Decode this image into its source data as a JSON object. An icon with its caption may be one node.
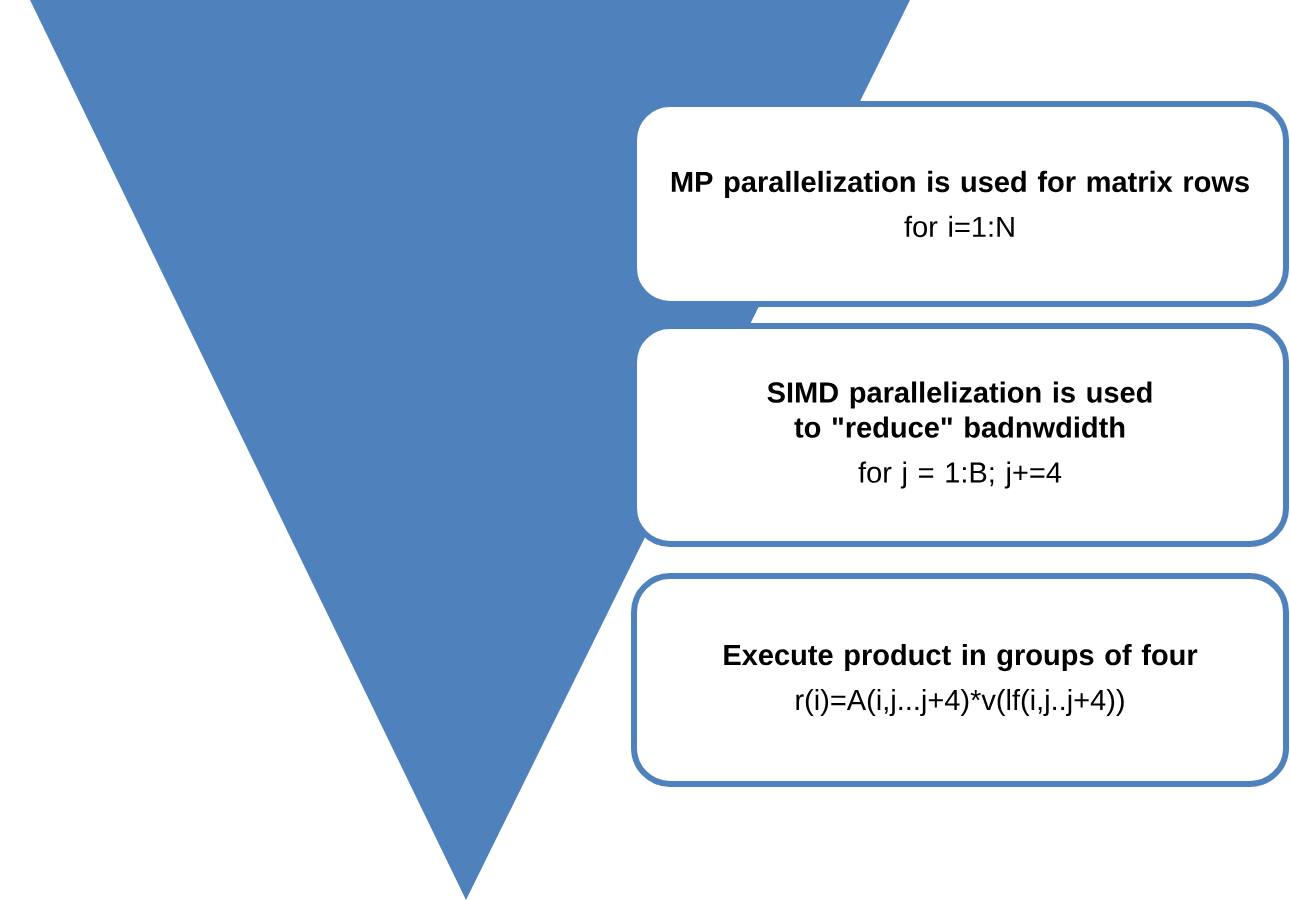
{
  "diagram": {
    "nodes": [
      {
        "text": [
          "MP parallelization is used for matrix rows",
          "for i=1:N"
        ]
      },
      {
        "text": [
          "SIMD parallelization is used to \"reduce\" badnwdidth",
          "for j = 1:B; j+=4"
        ]
      },
      {
        "text": [
          "Execute product in groups of four",
          "r(i)=A(i,j...j+4)*v(lf(i,j..j+4))"
        ]
      }
    ]
  }
}
